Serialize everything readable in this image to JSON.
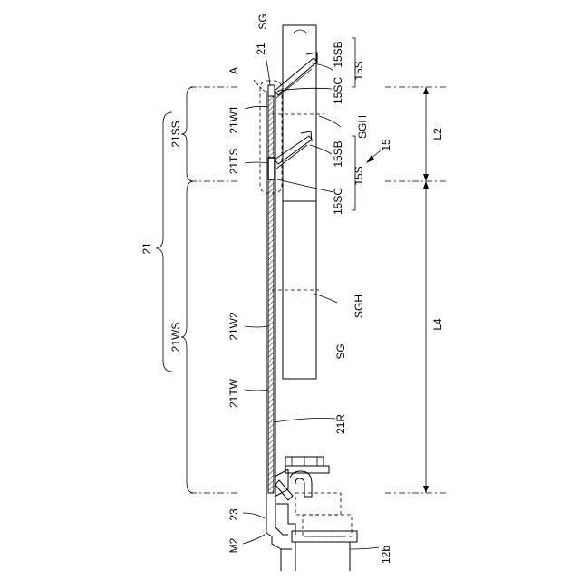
{
  "labels": {
    "sg_top": "SG",
    "s21": "21",
    "s15sb_1": "15SB",
    "s15sc_1": "15SC",
    "s15s_1": "15S",
    "a": "A",
    "s21w1": "21W1",
    "s21ss": "21SS",
    "sgh_1": "SGH",
    "s15": "15",
    "l2": "L2",
    "s21ts": "21TS",
    "s15sb_2": "15SB",
    "s15sc_2": "15SC",
    "s15s_2": "15S",
    "sgh_2": "SGH",
    "s21ws": "21WS",
    "s21w2": "21W2",
    "l4": "L4",
    "sg_bottom": "SG",
    "s21tw": "21TW",
    "s21r": "21R",
    "s23": "23",
    "m2": "M2",
    "s12b": "12b"
  }
}
